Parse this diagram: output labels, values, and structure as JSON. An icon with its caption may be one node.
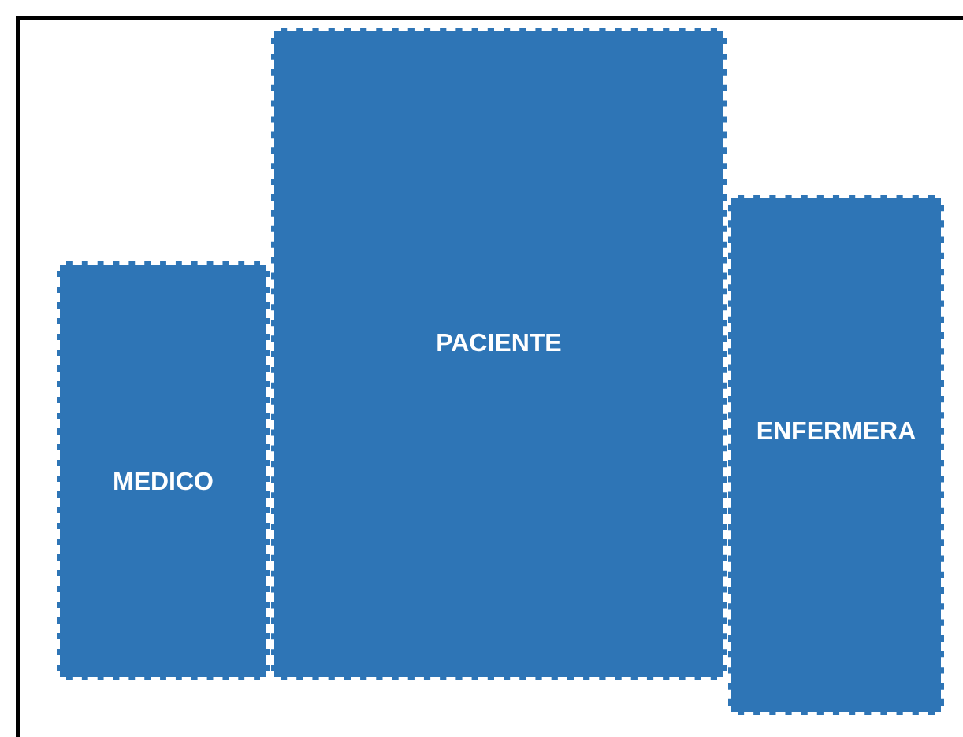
{
  "diagram": {
    "nodes": [
      {
        "text": [
          "MEDICO"
        ]
      },
      {
        "text": [
          "PACIENTE"
        ]
      },
      {
        "text": [
          "ENFERMERA"
        ]
      }
    ],
    "edges": []
  }
}
